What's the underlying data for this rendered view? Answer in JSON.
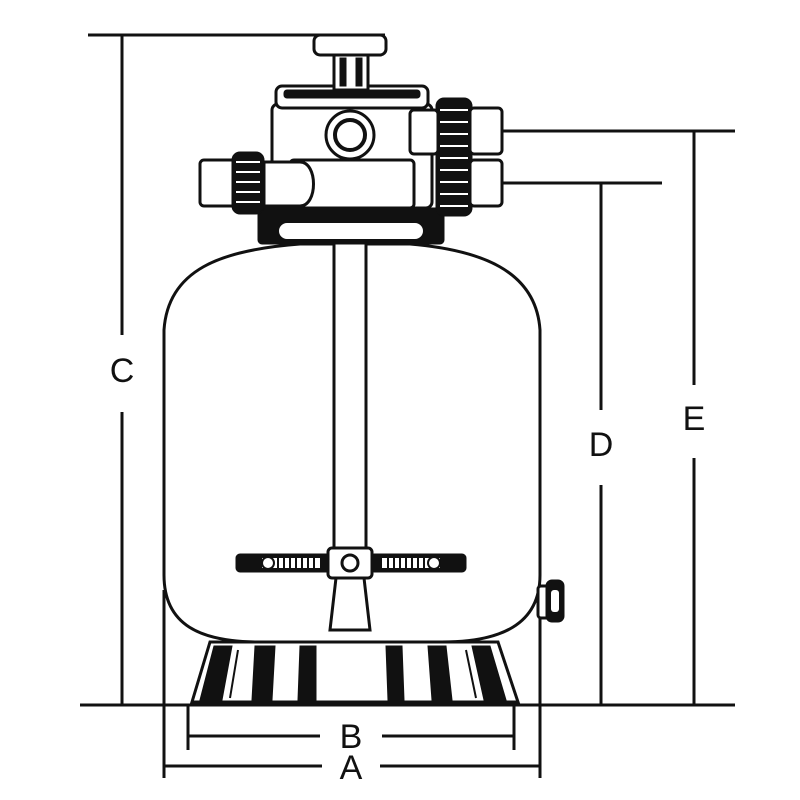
{
  "diagram": {
    "labels": {
      "a": "A",
      "b": "B",
      "c": "C",
      "d": "D",
      "e": "E"
    },
    "colors": {
      "line": "#111111",
      "background": "#ffffff"
    }
  }
}
